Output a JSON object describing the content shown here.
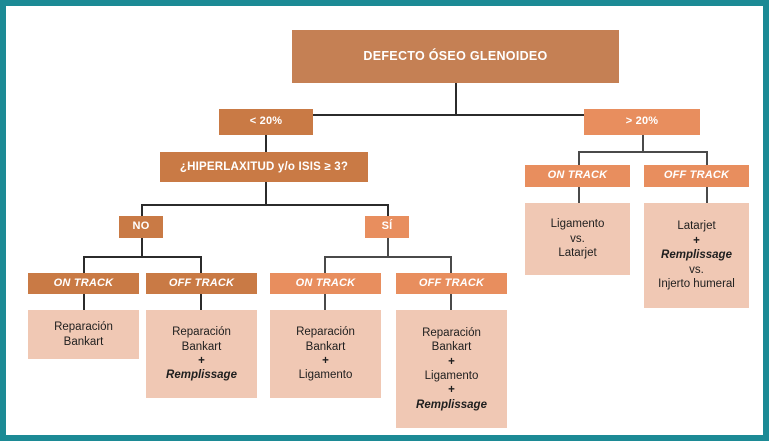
{
  "diagram": {
    "title": "DEFECTO ÓSEO GLENOIDEO",
    "frame_color": "#1C8A95",
    "colors": {
      "root": "#C58054",
      "dark_chip": "#C97A45",
      "light_chip": "#E88E5E",
      "leaf": "#F0C8B4",
      "connector": "#2B2B2B",
      "text_on_chip": "#FFFFFF",
      "text_on_leaf": "#1E1E1E"
    },
    "root": {
      "label": "DEFECTO ÓSEO GLENOIDEO"
    },
    "branches": {
      "less20": {
        "label": "< 20%"
      },
      "more20": {
        "label": "> 20%"
      }
    },
    "question": {
      "label": "¿HIPERLAXITUD y/o ISIS ≥ 3?"
    },
    "answers": {
      "no": {
        "label": "NO"
      },
      "si": {
        "label": "SÍ"
      }
    },
    "track_labels": {
      "on": "ON TRACK",
      "off": "OFF TRACK"
    },
    "outcomes": {
      "no_on": {
        "track": "ON TRACK",
        "lines": [
          {
            "text": "Reparación",
            "style": "normal"
          },
          {
            "text": "Bankart",
            "style": "normal"
          }
        ]
      },
      "no_off": {
        "track": "OFF TRACK",
        "lines": [
          {
            "text": "Reparación",
            "style": "normal"
          },
          {
            "text": "Bankart",
            "style": "normal"
          },
          {
            "text": "+",
            "style": "plus"
          },
          {
            "text": "Remplissage",
            "style": "italic"
          }
        ]
      },
      "si_on": {
        "track": "ON TRACK",
        "lines": [
          {
            "text": "Reparación",
            "style": "normal"
          },
          {
            "text": "Bankart",
            "style": "normal"
          },
          {
            "text": "+",
            "style": "plus"
          },
          {
            "text": "Ligamento",
            "style": "normal"
          }
        ]
      },
      "si_off": {
        "track": "OFF TRACK",
        "lines": [
          {
            "text": "Reparación",
            "style": "normal"
          },
          {
            "text": "Bankart",
            "style": "normal"
          },
          {
            "text": "+",
            "style": "plus"
          },
          {
            "text": "Ligamento",
            "style": "normal"
          },
          {
            "text": "+",
            "style": "plus"
          },
          {
            "text": "Remplissage",
            "style": "italic"
          }
        ]
      },
      "more20_on": {
        "track": "ON TRACK",
        "lines": [
          {
            "text": "Ligamento",
            "style": "normal"
          },
          {
            "text": "vs.",
            "style": "normal"
          },
          {
            "text": "Latarjet",
            "style": "normal"
          }
        ]
      },
      "more20_off": {
        "track": "OFF TRACK",
        "lines": [
          {
            "text": "Latarjet",
            "style": "normal"
          },
          {
            "text": "+",
            "style": "plus"
          },
          {
            "text": "Remplissage",
            "style": "italic"
          },
          {
            "text": "vs.",
            "style": "normal"
          },
          {
            "text": "Injerto humeral",
            "style": "normal"
          }
        ]
      }
    }
  }
}
